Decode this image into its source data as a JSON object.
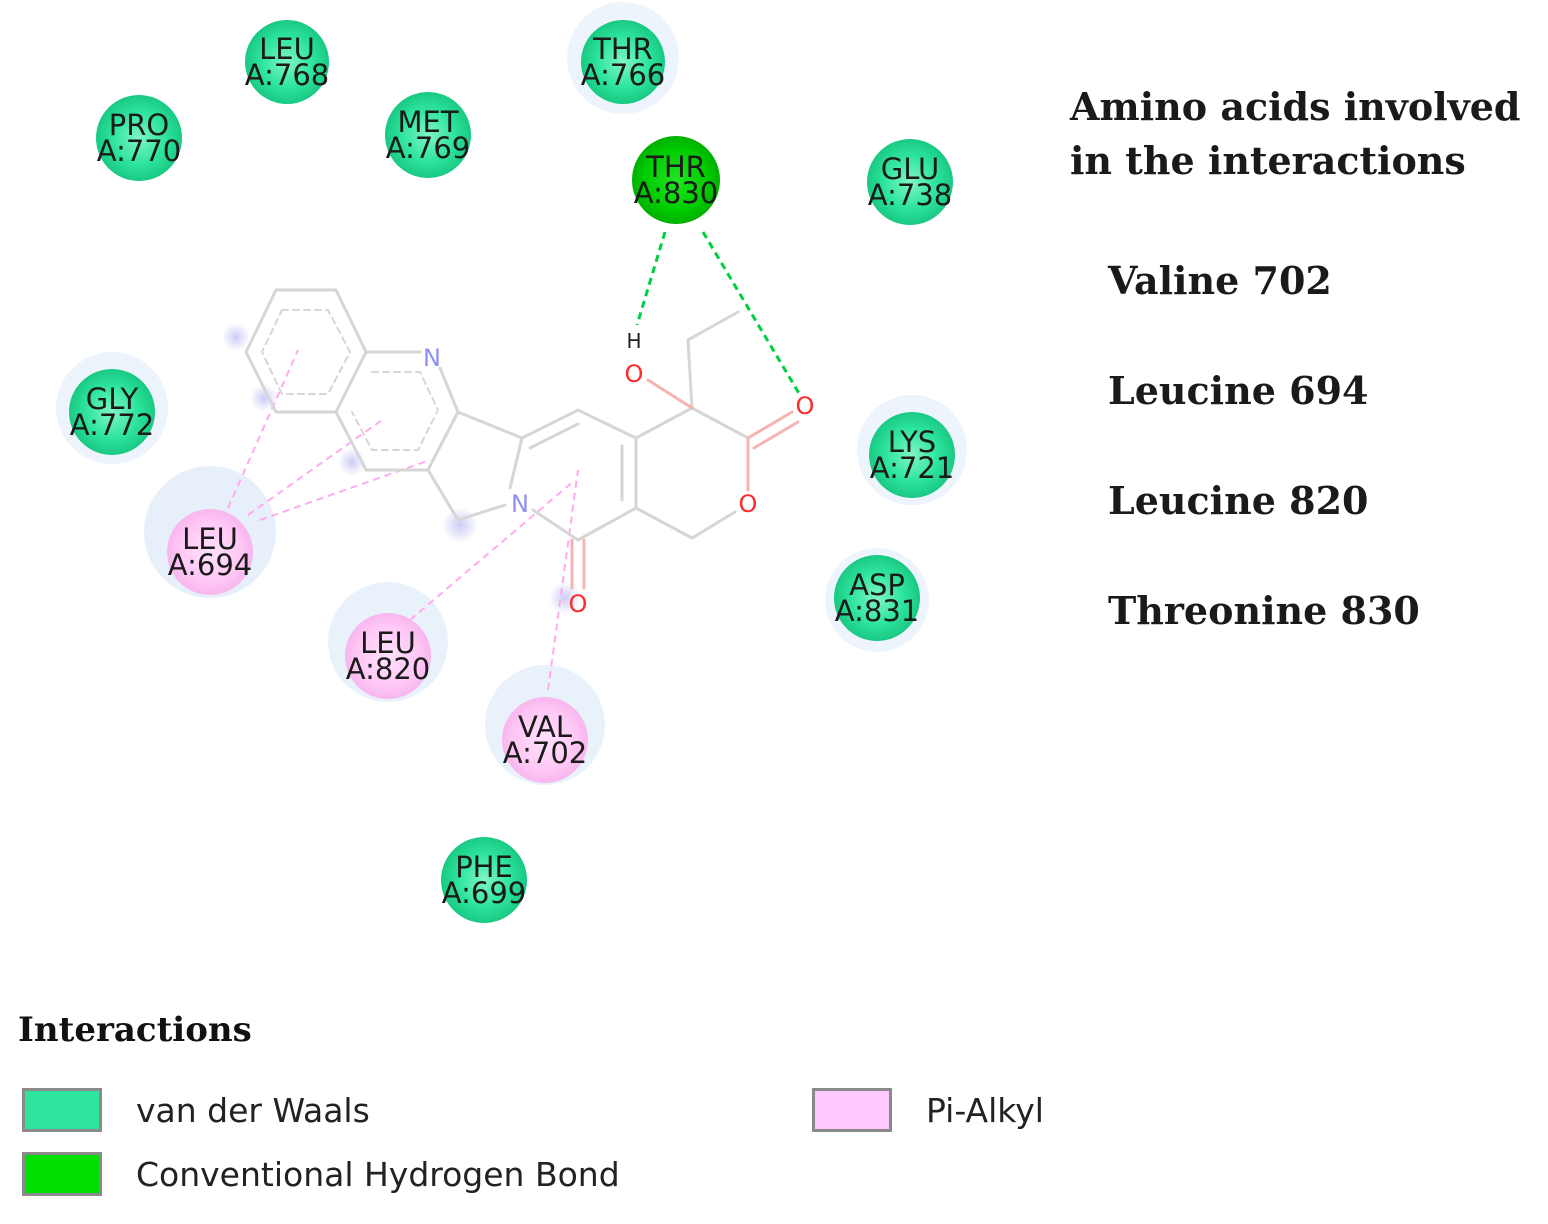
{
  "residues": [
    {
      "id": "leu768",
      "line1": "LEU",
      "line2": "A:768",
      "type": "vdw"
    },
    {
      "id": "thr766",
      "line1": "THR",
      "line2": "A:766",
      "type": "vdw"
    },
    {
      "id": "pro770",
      "line1": "PRO",
      "line2": "A:770",
      "type": "vdw"
    },
    {
      "id": "met769",
      "line1": "MET",
      "line2": "A:769",
      "type": "vdw"
    },
    {
      "id": "thr830",
      "line1": "THR",
      "line2": "A:830",
      "type": "hbond"
    },
    {
      "id": "glu738",
      "line1": "GLU",
      "line2": "A:738",
      "type": "vdw"
    },
    {
      "id": "gly772",
      "line1": "GLY",
      "line2": "A:772",
      "type": "vdw"
    },
    {
      "id": "lys721",
      "line1": "LYS",
      "line2": "A:721",
      "type": "vdw"
    },
    {
      "id": "leu694",
      "line1": "LEU",
      "line2": "A:694",
      "type": "pialkyl"
    },
    {
      "id": "asp831",
      "line1": "ASP",
      "line2": "A:831",
      "type": "vdw"
    },
    {
      "id": "leu820",
      "line1": "LEU",
      "line2": "A:820",
      "type": "pialkyl"
    },
    {
      "id": "val702",
      "line1": "VAL",
      "line2": "A:702",
      "type": "pialkyl"
    },
    {
      "id": "phe699",
      "line1": "PHE",
      "line2": "A:699",
      "type": "vdw"
    }
  ],
  "atoms": {
    "n1": "N",
    "n2": "N",
    "o_hydroxyl": "O",
    "h_hydroxyl": "H",
    "o_carbonyl_lactone": "O",
    "o_ring": "O",
    "o_carbonyl_amide": "O"
  },
  "side_panel": {
    "title": "Amino acids involved in the interactions",
    "items": [
      "Valine 702",
      "Leucine 694",
      "Leucine 820",
      "Threonine 830"
    ]
  },
  "legend": {
    "title": "Interactions",
    "items": [
      {
        "label": "van der Waals",
        "color": "#2ee59d"
      },
      {
        "label": "Conventional Hydrogen Bond",
        "color": "#00e000"
      },
      {
        "label": "Pi-Alkyl",
        "color": "#ffc8ff"
      }
    ]
  },
  "colors": {
    "vdw": "#2ee59d",
    "hbond": "#00dd00",
    "pialkyl": "#ffc8f5",
    "hbond_line": "#00d040",
    "pialkyl_line": "#ff9cf0",
    "nitrogen": "#8e8ef5",
    "oxygen": "#ff2a2a"
  }
}
